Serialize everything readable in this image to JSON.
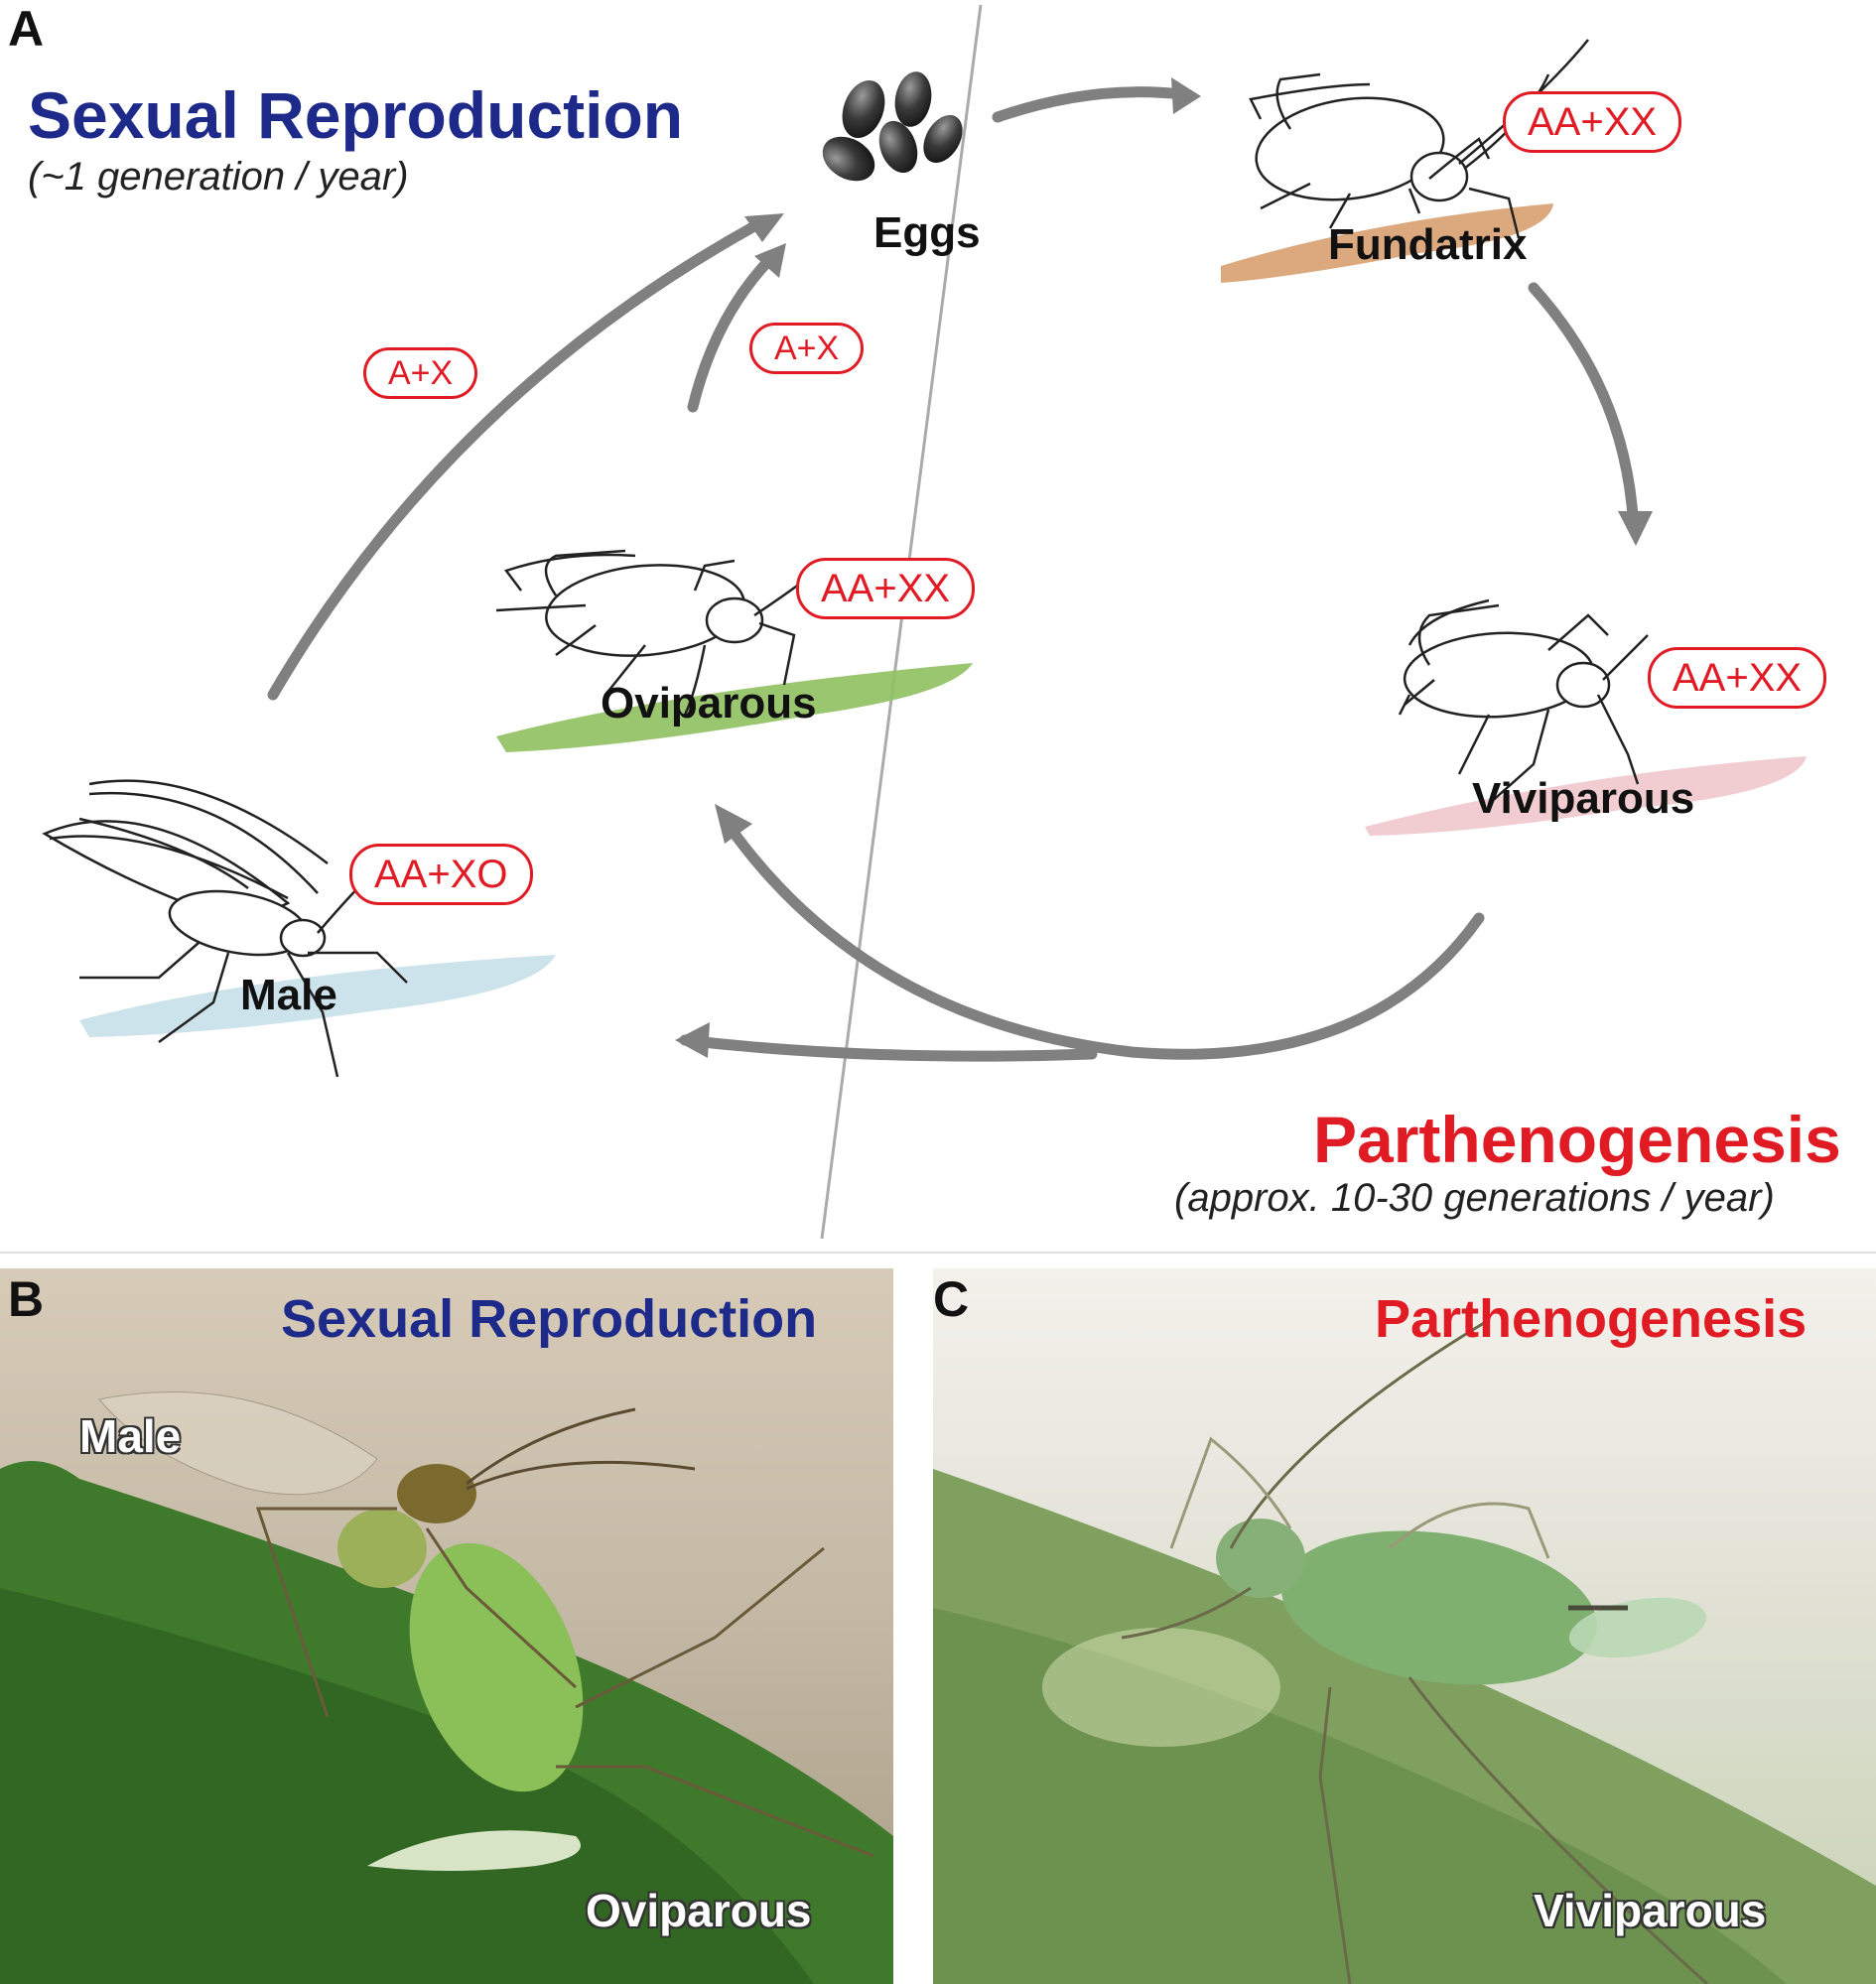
{
  "panelA": {
    "letter": "A",
    "sexual_title": "Sexual Reproduction",
    "sexual_subtitle": "(~1 generation / year)",
    "parth_title": "Parthenogenesis",
    "parth_subtitle": "(approx. 10-30 generations / year)",
    "stages": {
      "eggs": "Eggs",
      "fundatrix": "Fundatrix",
      "viviparous": "Viviparous",
      "oviparous": "Oviparous",
      "male": "Male"
    },
    "karyotypes": {
      "fundatrix": "AA+XX",
      "viviparous": "AA+XX",
      "oviparous": "AA+XX",
      "male": "AA+XO",
      "male_gamete": "A+X",
      "ovi_gamete": "A+X"
    },
    "colors": {
      "sexual": "#1d2a8a",
      "parth": "#e01b24",
      "fundatrix_leaf": "#d8a070",
      "oviparous_leaf": "#90c060",
      "viviparous_leaf": "#f0c8cc",
      "male_leaf": "#c8e0ea"
    }
  },
  "panelB": {
    "letter": "B",
    "title": "Sexual Reproduction",
    "male_label": "Male",
    "female_label": "Oviparous"
  },
  "panelC": {
    "letter": "C",
    "title": "Parthenogenesis",
    "label": "Viviparous"
  }
}
